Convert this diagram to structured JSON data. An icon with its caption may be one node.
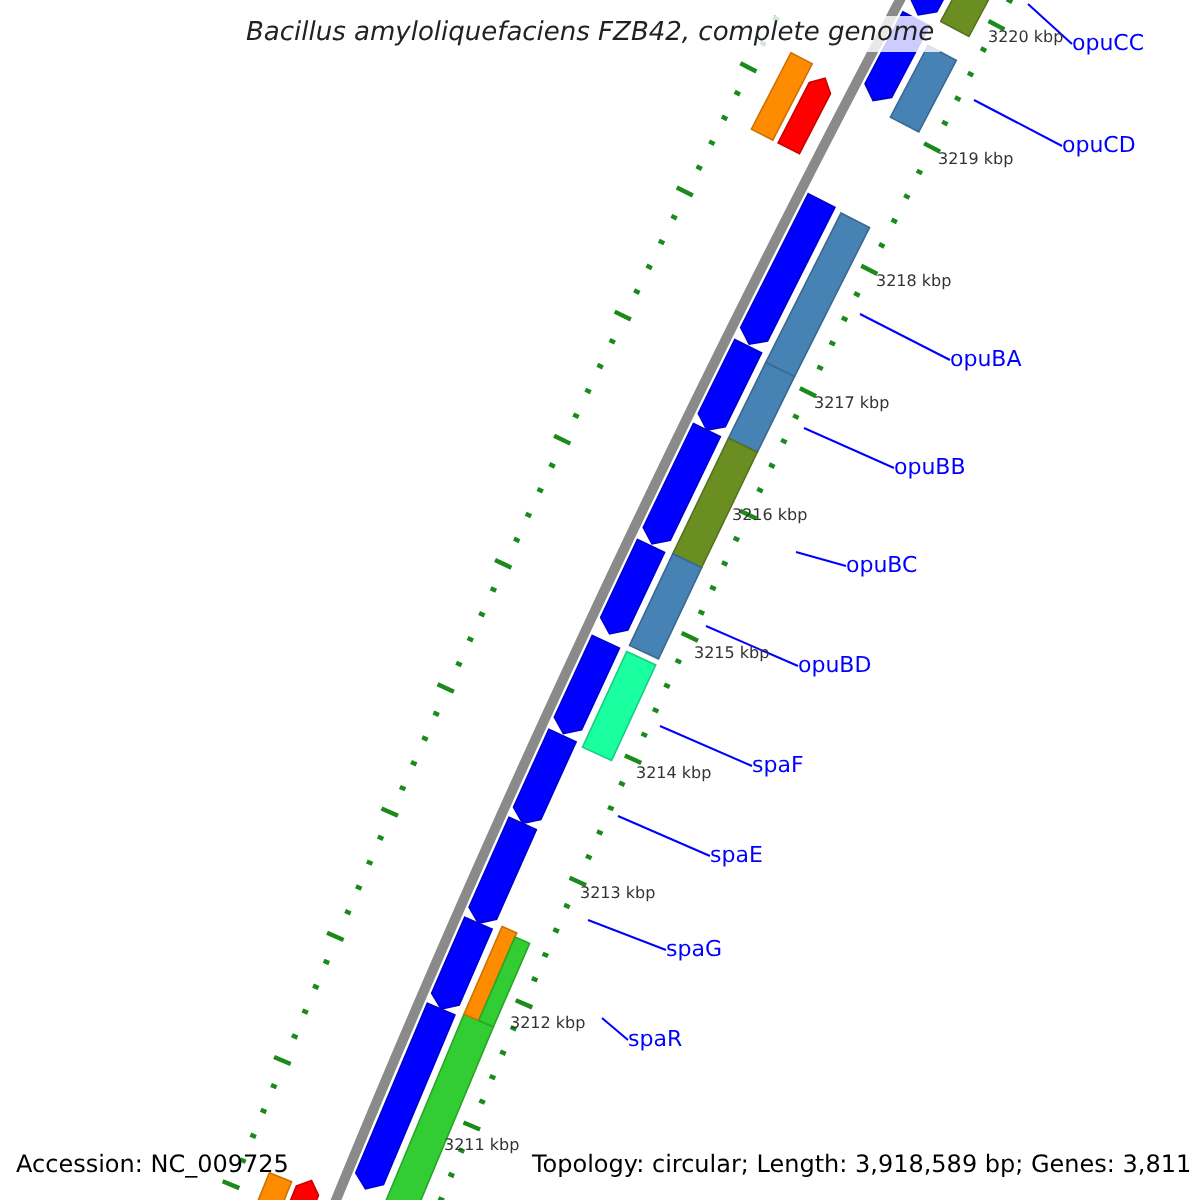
{
  "diagram": {
    "title": "Bacillus amyloliquefaciens FZB42, complete genome",
    "nodes": [
      {
        "text": [
          "opuCC"
        ]
      },
      {
        "text": [
          "opuCD"
        ]
      },
      {
        "text": [
          "opuBA"
        ]
      },
      {
        "text": [
          "opuBB"
        ]
      },
      {
        "text": [
          "opuBC"
        ]
      },
      {
        "text": [
          "opuBD"
        ]
      },
      {
        "text": [
          "spaF"
        ]
      },
      {
        "text": [
          "spaE"
        ]
      },
      {
        "text": [
          "spaG"
        ]
      },
      {
        "text": [
          "spaR"
        ]
      }
    ],
    "edges": [
      {
        "from": 0,
        "to": null,
        "arrow": "none"
      },
      {
        "from": 1,
        "to": null,
        "arrow": "none"
      },
      {
        "from": 2,
        "to": null,
        "arrow": "none"
      },
      {
        "from": 3,
        "to": null,
        "arrow": "none"
      },
      {
        "from": 4,
        "to": null,
        "arrow": "none"
      },
      {
        "from": 5,
        "to": null,
        "arrow": "none"
      },
      {
        "from": 6,
        "to": null,
        "arrow": "none"
      },
      {
        "from": 7,
        "to": null,
        "arrow": "none"
      },
      {
        "from": 8,
        "to": null,
        "arrow": "none"
      },
      {
        "from": 9,
        "to": null,
        "arrow": "none"
      }
    ],
    "labels": [
      "3220 kbp",
      "3219 kbp",
      "3218 kbp",
      "3217 kbp",
      "3216 kbp",
      "3215 kbp",
      "3214 kbp",
      "3213 kbp",
      "3212 kbp",
      "3211 kbp",
      "Accession: NC_009725",
      "Topology: circular; Length: 3,918,589 bp; Genes: 3,811"
    ]
  }
}
